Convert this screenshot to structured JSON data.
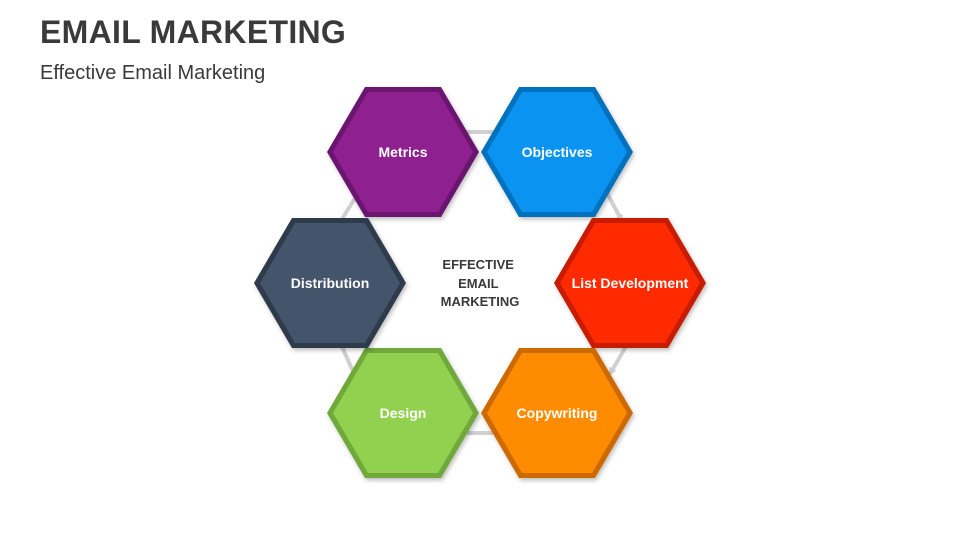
{
  "header": {
    "title": "EMAIL MARKETING",
    "subtitle": "Effective Email Marketing"
  },
  "diagram": {
    "center": {
      "lines": [
        "EFFECTIVE",
        "EMAIL",
        "MARKETING"
      ]
    },
    "nodes": [
      {
        "id": "metrics",
        "label": "Metrics",
        "color": "#8e2090",
        "edge_color": "#6a1670"
      },
      {
        "id": "objectives",
        "label": "Objectives",
        "color": "#0a93f0",
        "edge_color": "#0671bd"
      },
      {
        "id": "list-development",
        "label": "List Development",
        "color": "#ff2a00",
        "edge_color": "#c81e00"
      },
      {
        "id": "copywriting",
        "label": "Copywriting",
        "color": "#ff8c00",
        "edge_color": "#cc6a00"
      },
      {
        "id": "design",
        "label": "Design",
        "color": "#92d050",
        "edge_color": "#6fa83a"
      },
      {
        "id": "distribution",
        "label": "Distribution",
        "color": "#44546a",
        "edge_color": "#2f3b4c"
      }
    ],
    "arrow_color": "#d0d0d0",
    "flow": "clockwise"
  }
}
